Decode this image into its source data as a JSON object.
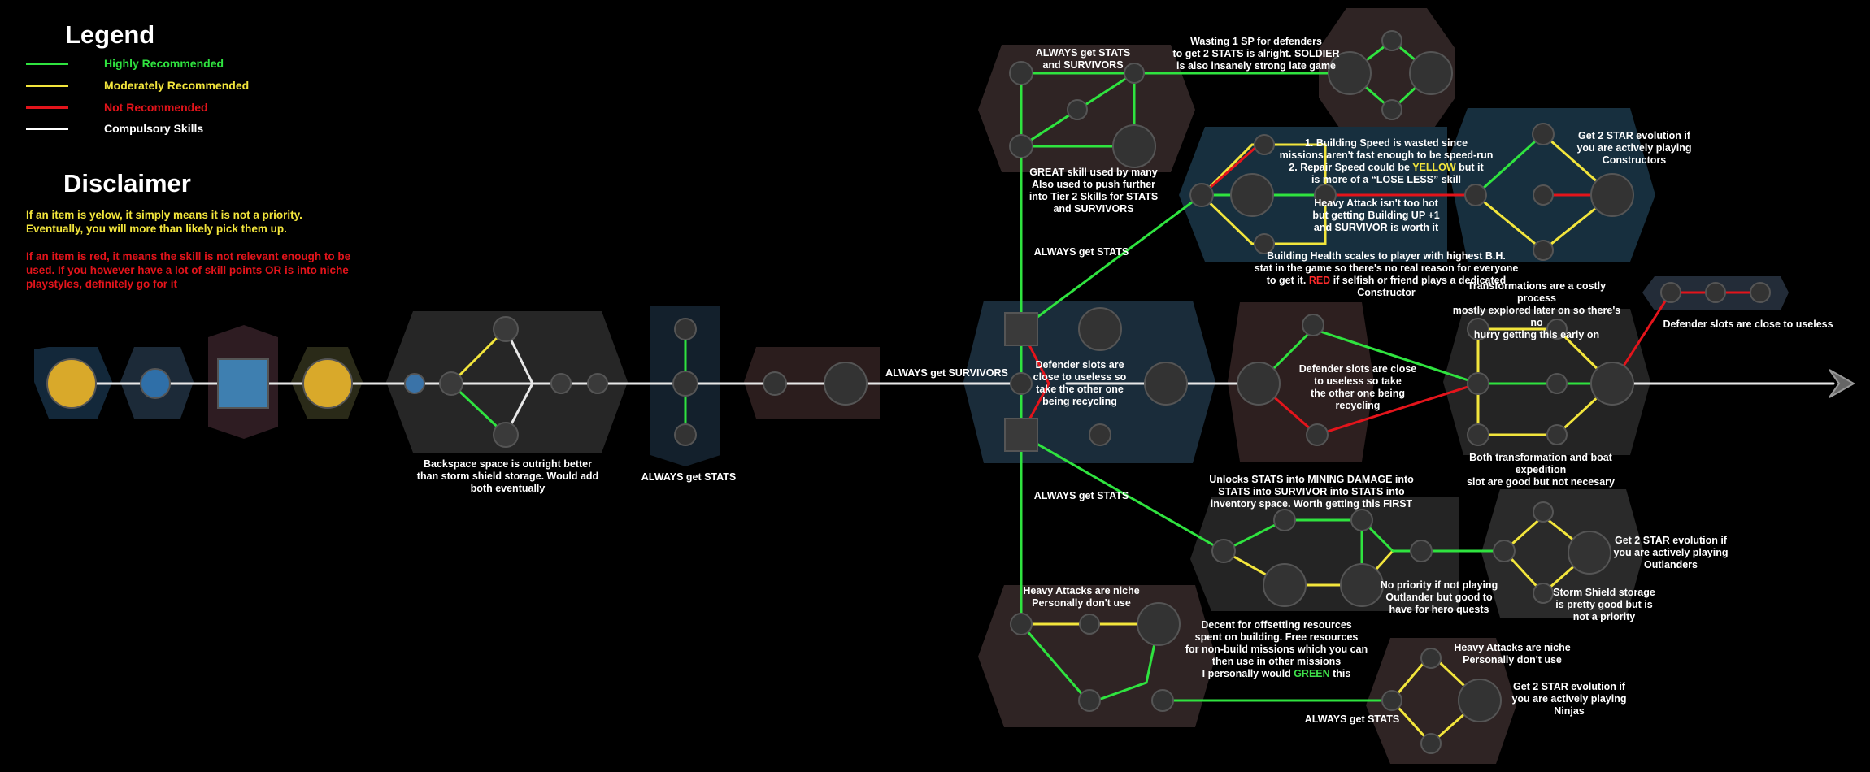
{
  "legend": {
    "title": "Legend",
    "items": [
      {
        "label": "Highly Recommended",
        "color": "#2fe33f"
      },
      {
        "label": "Moderately Recommended",
        "color": "#f2e53c"
      },
      {
        "label": "Not Recommended",
        "color": "#e3141b"
      },
      {
        "label": "Compulsory Skills",
        "color": "#ffffff"
      }
    ]
  },
  "disclaimer": {
    "title": "Disclaimer",
    "yellow_text": "If an item is yelow, it simply means it is not a priority. Eventually, you will more than likely pick them up.",
    "red_text": "If an item is red, it means the skill is not relevant enough to be used. If you however have a lot of skill points OR is into niche playstyles, definitely go for it"
  },
  "colors": {
    "green": "#2fe33f",
    "yellow": "#f2e53c",
    "red": "#e3141b",
    "white": "#e8e8e8",
    "panel_blue": "#132c3a",
    "panel_brown": "#2d1f1f",
    "panel_gray": "#2a2a2a",
    "node_gold": "#d9a92a",
    "node_blue": "#2f6fa8"
  },
  "annotations": {
    "always_stats_survivors": "ALWAYS get STATS\nand SURVIVORS",
    "wasting_sp": "Wasting 1 SP for defenders\nto get 2 STATS is alright. SOLDIER\nis also insanely strong late game",
    "great_skill": "GREAT skill used by many\nAlso used to push further\ninto Tier 2 Skills for STATS\nand SURVIVORS",
    "building_speed": "1. Building Speed is wasted since\nmissions aren't fast enough to be speed-run\n2. Repair Speed could be",
    "yellow_word": "YELLOW",
    "building_speed_tail": " but it",
    "building_speed_end": "is more of a “LOSE LESS” skill",
    "star_constructors": "Get 2 STAR evolution if\nyou are actively playing\nConstructors",
    "heavy_attack_hot": "Heavy Attack isn't too hot\nbut getting Building UP +1\nand SURVIVOR is worth it",
    "building_health": "Building Health scales to player with highest B.H.\nstat in the game so there's no real reason for everyone",
    "building_health_end": "to get it.",
    "red_word": "RED",
    "building_health_tail": " if selfish or friend plays a dedicated Constructor",
    "always_stats_1": "ALWAYS get STATS",
    "transformations": "Transformations are a costly process\nmostly explored later on so there's no\nhurry getting this early on",
    "defender_useless_1": "Defender slots are close to useless",
    "defender_recycling_1": "Defender slots are\nclose to useless so\ntake the other one\nbeing recycling",
    "defender_recycling_2": "Defender slots are close\nto useless so take\nthe other one being recycling",
    "always_survivors": "ALWAYS get SURVIVORS",
    "backspace": "Backspace space is outright better\nthan storm shield storage. Would add\nboth eventually",
    "always_stats_2": "ALWAYS get STATS",
    "both_transformation": "Both transformation and boat expedition\nslot are good but not necesary",
    "always_stats_3": "ALWAYS get STATS",
    "unlocks_stats": "Unlocks STATS into MINING DAMAGE into\nSTATS into SURVIVOR into STATS into\ninventory space. Worth getting this FIRST",
    "star_outlanders": "Get 2 STAR evolution if\nyou are actively playing\nOutlanders",
    "no_priority_outlander": "No priority if not playing\nOutlander but good to\nhave for hero quests",
    "storm_shield": "Storm Shield storage\nis pretty good but is\nnot a priority",
    "heavy_niche_1": "Heavy Attacks are niche\nPersonally don't use",
    "decent_offsetting": "Decent for offsetting resources\nspent on building. Free resources\nfor non-build missions which you can\nthen use in other missions\nI personally would",
    "green_word": "GREEN",
    "decent_tail": " this",
    "heavy_niche_2": "Heavy Attacks are niche\nPersonally don't use",
    "star_ninjas": "Get 2 STAR evolution if\nyou are actively playing\nNinjas",
    "always_stats_4": "ALWAYS get STATS"
  }
}
